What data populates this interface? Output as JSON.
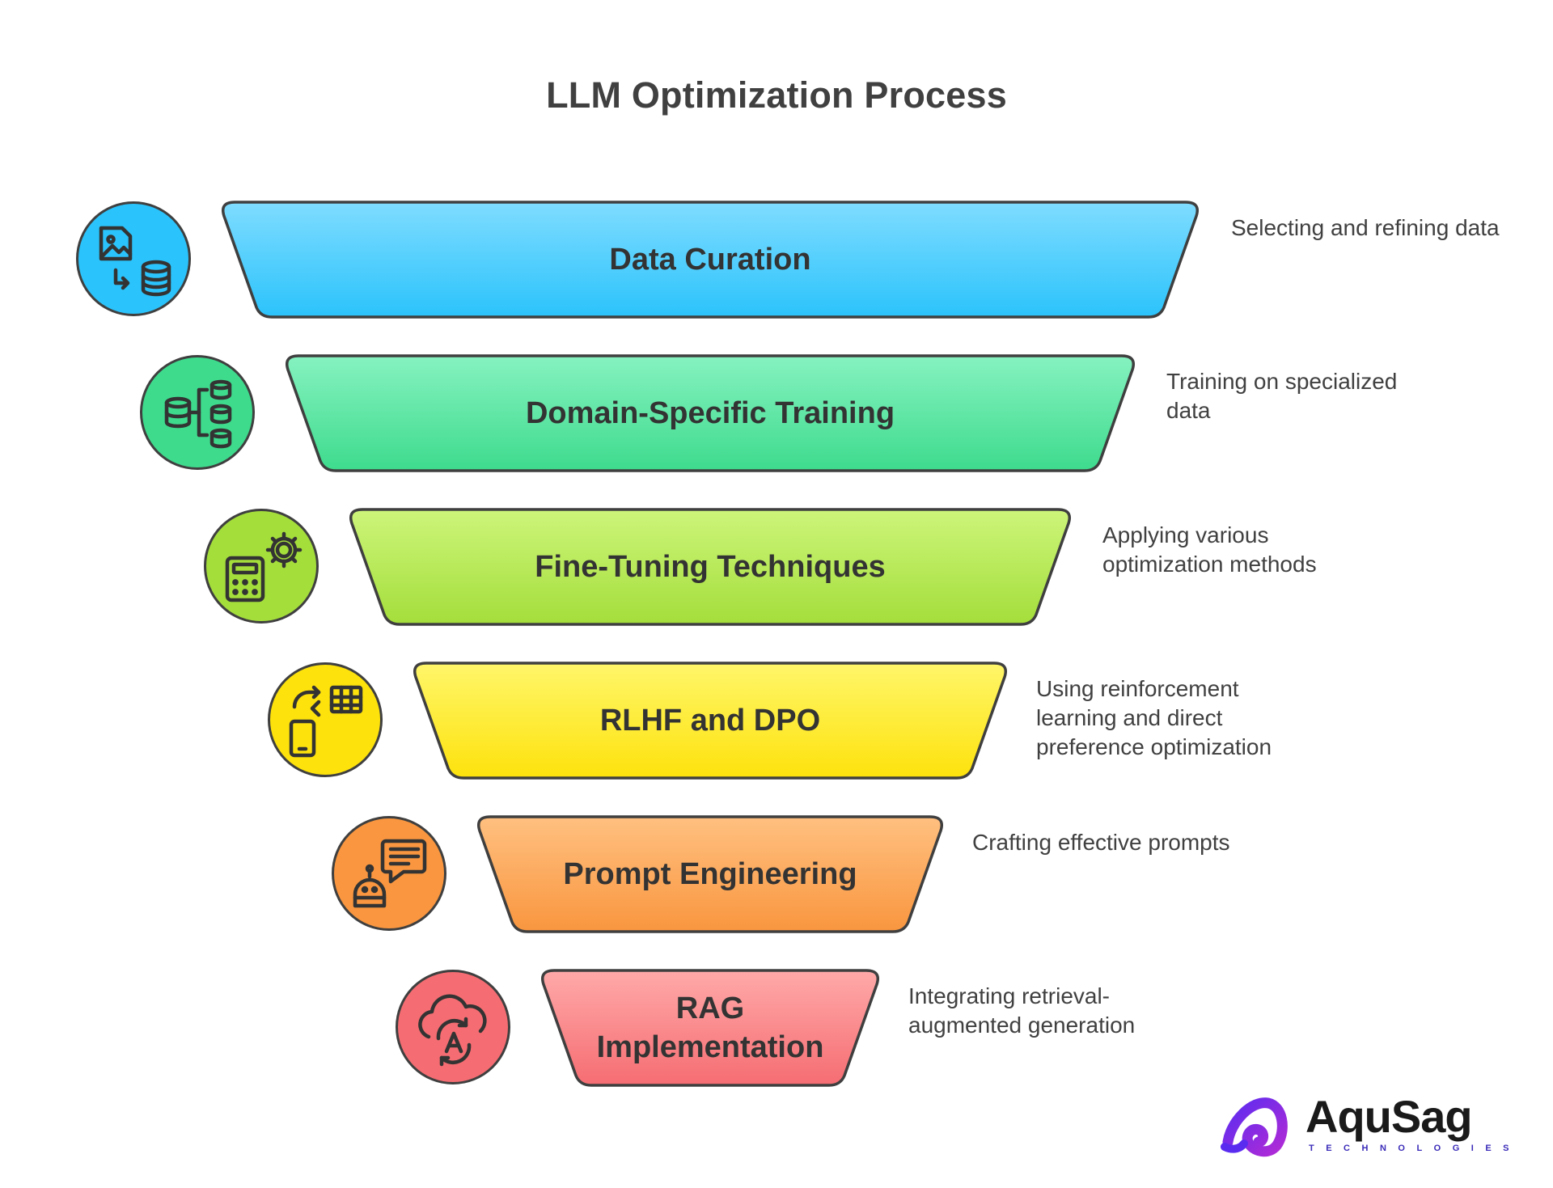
{
  "title": "LLM Optimization Process",
  "stages": [
    {
      "label": "Data Curation",
      "description": "Selecting and refining data",
      "icon": "image-to-database-icon",
      "color_top": "#7fdcff",
      "color_bottom": "#2bc3fb"
    },
    {
      "label": "Domain-Specific Training",
      "description": "Training on specialized data",
      "icon": "database-hierarchy-icon",
      "color_top": "#86f2c0",
      "color_bottom": "#3edb8d"
    },
    {
      "label": "Fine-Tuning Techniques",
      "description": "Applying various optimization methods",
      "icon": "calculator-gear-icon",
      "color_top": "#cdf57a",
      "color_bottom": "#a4de3b"
    },
    {
      "label": "RLHF and DPO",
      "description": "Using reinforcement learning and direct preference optimization",
      "icon": "phone-table-exchange-icon",
      "color_top": "#fff66a",
      "color_bottom": "#fde20c"
    },
    {
      "label": "Prompt Engineering",
      "description": "Crafting effective prompts",
      "icon": "robot-chat-icon",
      "color_top": "#ffc080",
      "color_bottom": "#f9963f"
    },
    {
      "label": "RAG Implementation",
      "description": "Integrating retrieval-augmented generation",
      "icon": "cloud-ai-sync-icon",
      "color_top": "#ffa9a9",
      "color_bottom": "#f56d72"
    }
  ],
  "logo": {
    "name": "AquSag",
    "tagline": "TECHNOLOGIES",
    "mark_color_a": "#5a2cf0",
    "mark_color_b": "#b12bd6"
  }
}
